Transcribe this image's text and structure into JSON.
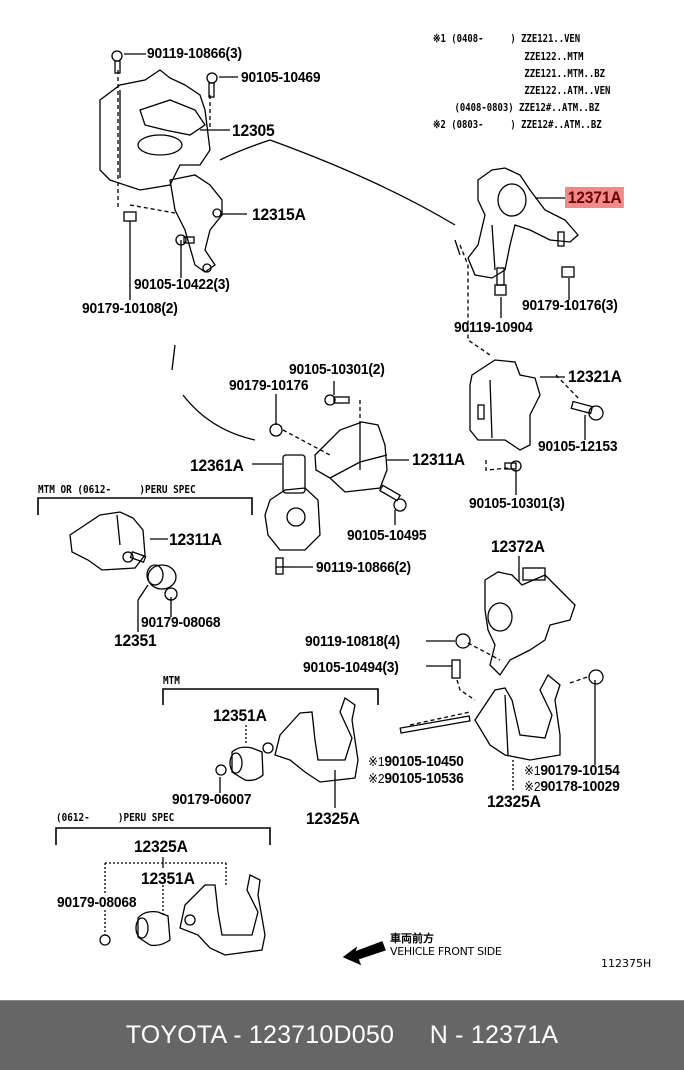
{
  "diagram": {
    "notes": {
      "row1": "※1 (0408-     ) ZZE121..VEN",
      "row2": "                 ZZE122..MTM",
      "row3": "                 ZZE121..MTM..BZ",
      "row4": "                 ZZE122..ATM..VEN",
      "row5": "    (0408-0803) ZZE12#..ATM..BZ",
      "row6": "※2 (0803-     ) ZZE12#..ATM..BZ"
    },
    "labels": {
      "p_90119_10866_3": "90119-10866(3)",
      "p_90105_10469": "90105-10469",
      "p_12305": "12305",
      "p_12315A": "12315A",
      "p_90105_10422_3": "90105-10422(3)",
      "p_90179_10108_2": "90179-10108(2)",
      "p_12371A": "12371A",
      "p_90179_10176_3": "90179-10176(3)",
      "p_90119_10904": "90119-10904",
      "p_90105_10301_2": "90105-10301(2)",
      "p_90179_10176": "90179-10176",
      "p_12321A": "12321A",
      "p_90105_12153": "90105-12153",
      "p_12361A": "12361A",
      "p_12311A_center": "12311A",
      "p_90105_10301_3": "90105-10301(3)",
      "p_90105_10495": "90105-10495",
      "p_90119_10866_2": "90119-10866(2)",
      "p_12311A_left": "12311A",
      "p_90179_08068_a": "90179-08068",
      "p_12351": "12351",
      "p_12372A": "12372A",
      "p_90119_10818_4": "90119-10818(4)",
      "p_90105_10494_3": "90105-10494(3)",
      "p_12351A_mtm": "12351A",
      "p_90179_06007": "90179-06007",
      "p_12325A_mtm": "12325A",
      "p_90105_10450": "90105-10450",
      "p_90105_10536": "90105-10536",
      "p_90179_10154": "90179-10154",
      "p_90178_10029": "90178-10029",
      "p_12325A_right": "12325A",
      "p_12325A_peru": "12325A",
      "p_12351A_peru": "12351A",
      "p_90179_08068_b": "90179-08068"
    },
    "marks": {
      "m1": "※1",
      "m2": "※2"
    },
    "conditions": {
      "mtm_or_peru": "MTM OR (0612-     )PERU SPEC",
      "mtm": "MTM",
      "peru": "(0612-     )PERU SPEC"
    },
    "direction": {
      "jp": "車両前方",
      "en": "VEHICLE FRONT SIDE"
    },
    "figure_number": "112375H",
    "highlight_color": "#f08a8a"
  },
  "footer": {
    "text": "TOYOTA - 123710D050     N - 12371A",
    "background": "#666666"
  }
}
